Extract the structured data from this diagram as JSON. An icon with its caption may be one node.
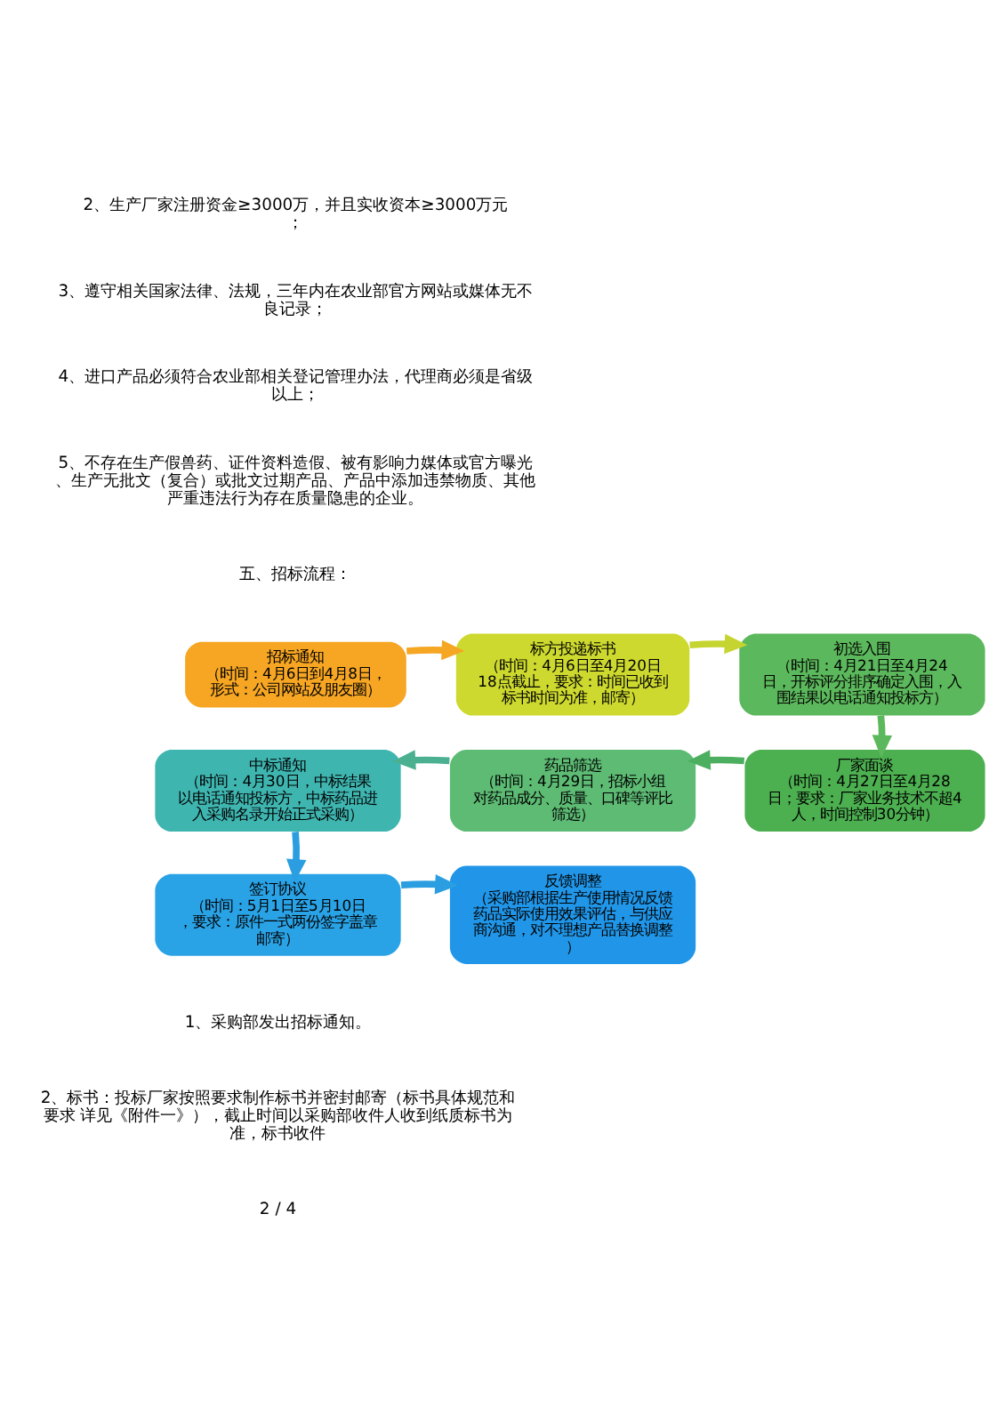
{
  "diagram": {
    "nodes": [
      {
        "text": [
          "招标通知",
          "（时间：4月6日到4月8日，形式：公司网站及朋友圈）"
        ]
      },
      {
        "text": [
          "标方投递标书",
          "（时间：4月6日至4月20日18点截止，要求：时间已收到标书时间为准，邮寄）"
        ]
      },
      {
        "text": [
          "初选入围",
          "（时间：4月21日至4月24日，开标评分排序确定入围，入围结果以电话通知投标方）"
        ]
      },
      {
        "text": [
          "厂家面谈",
          "（时间：4月27日至4月28日；要求：厂家业务技术不超4人，时间控制30分钟）"
        ]
      },
      {
        "text": [
          "药品筛选",
          "（时间：4月29日，招标小组对药品成分、质量、口碑等评比筛选）"
        ]
      },
      {
        "text": [
          "中标通知",
          "（时间：4月30日，中标结果以电话通知投标方，中标药品进入采购名录开始正式采购）"
        ]
      },
      {
        "text": [
          "签订协议",
          "（时间：5月1日至5月10日，要求：原件一式两份签字盖章邮寄）"
        ]
      },
      {
        "text": [
          "反馈调整",
          "（采购部根据生产使用情况反馈药品实际使用效果评估，与供应商沟通，对不理想产品替换调整）"
        ]
      }
    ],
    "edges": [
      {
        "from": 0,
        "to": 1,
        "arrow": "to",
        "color": "#f5a623"
      },
      {
        "from": 1,
        "to": 2,
        "arrow": "to",
        "color": "#c5d430"
      },
      {
        "from": 2,
        "to": 3,
        "arrow": "to",
        "color": "#5cb85c"
      },
      {
        "from": 3,
        "to": 4,
        "arrow": "to",
        "color": "#4caf60"
      },
      {
        "from": 4,
        "to": 5,
        "arrow": "to",
        "color": "#4bb08f"
      },
      {
        "from": 5,
        "to": 6,
        "arrow": "to",
        "color": "#2a9ee0"
      },
      {
        "from": 6,
        "to": 7,
        "arrow": "to",
        "color": "#2a9ee0"
      }
    ],
    "labels": [
      "2、生产厂家注册资金≥3000万，并且实收资本≥3000万元；",
      "3、遵守相关国家法律、法规，三年内在农业部官方网站或媒体无不良记录；",
      "4、进口产品必须符合农业部相关登记管理办法，代理商必须是省级以上；",
      "5、不存在生产假兽药、证件资料造假、被有影响力媒体或官方曝光、生产无批文（复合）或批文过期产品、产品中添加违禁物质、其他严重违法行为存在质量隐患的企业。",
      "五、招标流程：",
      "1、采购部发出招标通知。",
      "2、标书：投标厂家按照要求制作标书并密封邮寄（标书具体规范和要求 详见《附件一》），截止时间以采购部收件人收到纸质标书为准，标书收件",
      "2 / 4"
    ]
  }
}
